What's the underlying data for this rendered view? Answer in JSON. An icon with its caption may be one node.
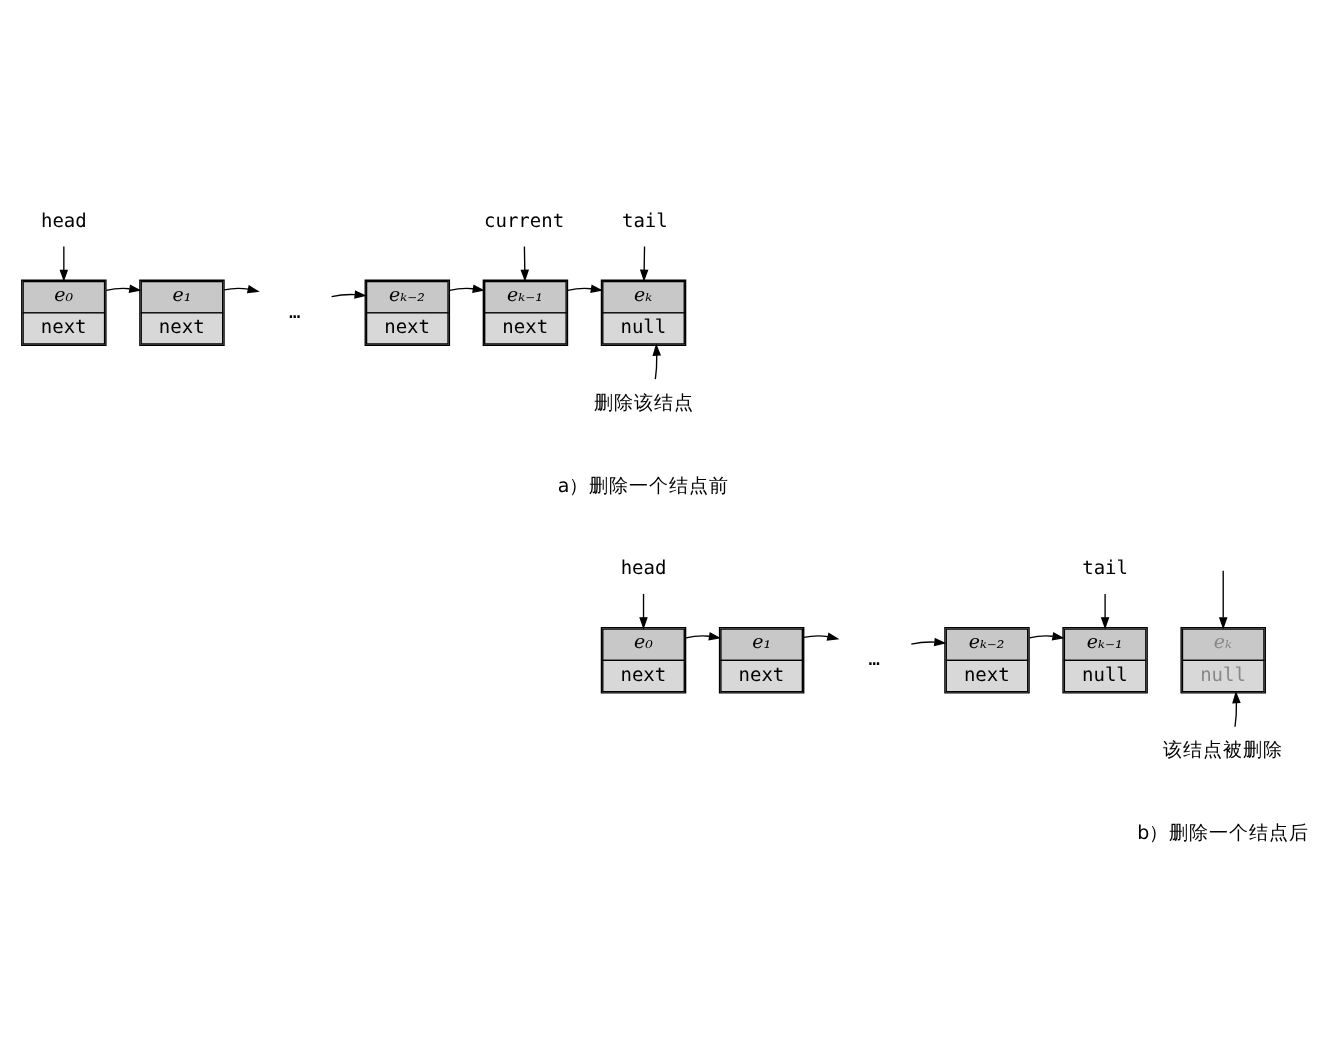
{
  "diagram": {
    "nodes": [
      {
        "text": [
          "head"
        ]
      },
      {
        "text": [
          "e₀",
          "next"
        ]
      },
      {
        "text": [
          "e₁",
          "next"
        ]
      },
      {
        "text": [
          "…"
        ]
      },
      {
        "text": [
          "eₖ₋₂",
          "next"
        ]
      },
      {
        "text": [
          "eₖ₋₁",
          "next"
        ]
      },
      {
        "text": [
          "eₖ",
          "null"
        ]
      },
      {
        "text": [
          "current"
        ]
      },
      {
        "text": [
          "tail"
        ]
      },
      {
        "text": [
          "删除该结点"
        ]
      },
      {
        "text": [
          "head"
        ]
      },
      {
        "text": [
          "e₀",
          "next"
        ]
      },
      {
        "text": [
          "e₁",
          "next"
        ]
      },
      {
        "text": [
          "…"
        ]
      },
      {
        "text": [
          "eₖ₋₂",
          "next"
        ]
      },
      {
        "text": [
          "eₖ₋₁",
          "null"
        ]
      },
      {
        "text": [
          "tail"
        ]
      },
      {
        "text": [
          "eₖ",
          "null"
        ]
      },
      {
        "text": [
          "该结点被删除"
        ]
      }
    ],
    "edges": [
      {
        "from": 0,
        "to": 1,
        "arrow": "to"
      },
      {
        "from": 1,
        "to": 2,
        "arrow": "to"
      },
      {
        "from": 2,
        "to": 3,
        "arrow": "to"
      },
      {
        "from": 3,
        "to": 4,
        "arrow": "to"
      },
      {
        "from": 4,
        "to": 5,
        "arrow": "to"
      },
      {
        "from": 5,
        "to": 6,
        "arrow": "to"
      },
      {
        "from": 7,
        "to": 5,
        "arrow": "to"
      },
      {
        "from": 8,
        "to": 6,
        "arrow": "to"
      },
      {
        "from": 9,
        "to": 6,
        "arrow": "to"
      },
      {
        "from": 10,
        "to": 11,
        "arrow": "to"
      },
      {
        "from": 11,
        "to": 12,
        "arrow": "to"
      },
      {
        "from": 12,
        "to": 13,
        "arrow": "to"
      },
      {
        "from": 13,
        "to": 14,
        "arrow": "to"
      },
      {
        "from": 14,
        "to": 15,
        "arrow": "to"
      },
      {
        "from": 16,
        "to": 15,
        "arrow": "to"
      },
      {
        "from": null,
        "to": 17,
        "arrow": "to"
      },
      {
        "from": 18,
        "to": 17,
        "arrow": "to"
      }
    ],
    "labels": [
      "a）删除一个结点前",
      "b）删除一个结点后"
    ]
  }
}
